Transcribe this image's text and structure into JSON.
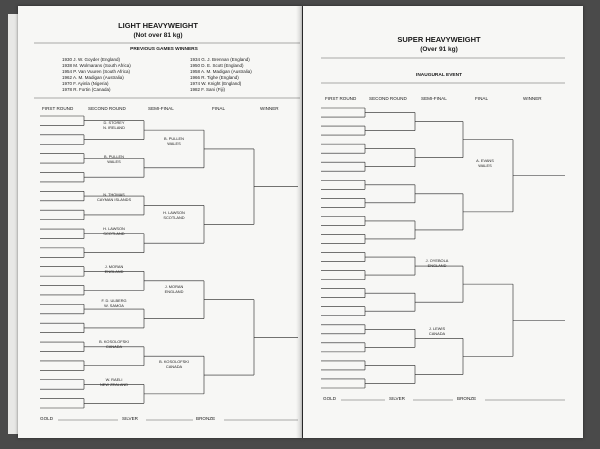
{
  "left_page": {
    "title": "LIGHT HEAVYWEIGHT",
    "subtitle": "(Not over 81 kg)",
    "previous_winners_heading": "PREVIOUS GAMES WINNERS",
    "winners_col1": [
      "1930   J. W. Goyder (England)",
      "1938   M. Wolmarans (South Africa)",
      "1954   P. Van Vuuren (South Africa)",
      "1962   A. M. Madigan (Australia)",
      "1970   F. Ayinla (Nigeria)",
      "1978   R. Fortin (Canada)"
    ],
    "winners_col2": [
      "1934   G. J. Brennan (England)",
      "1950   D. E. Scott (England)",
      "1958   A. M. Madigan (Australia)",
      "1966   R. Tighe (England)",
      "1974   W. Knight (England)",
      "1982   F. Sani (Fiji)"
    ],
    "round_headers": [
      "FIRST ROUND",
      "SECOND ROUND",
      "SEMI-FINAL",
      "FINAL",
      "WINNER"
    ],
    "second_round": [
      [
        "D. STOREY",
        "N. IRELAND"
      ],
      [
        "B. PULLEN",
        "WALES"
      ],
      [
        "N. THOMAS",
        "CAYMAN ISLANDS"
      ],
      [
        "H. LAWSON",
        "SCOTLAND"
      ],
      [
        "J. MORAN",
        "ENGLAND"
      ],
      [
        "F. D. ULBERG",
        "W. SAMOA"
      ],
      [
        "B. KOSOLOFSKI",
        "CANADA"
      ],
      [
        "W. RAELI",
        "NEW ZEALAND"
      ]
    ],
    "semi_final": [
      [
        "B. PULLEN",
        "WALES"
      ],
      [
        "H. LAWSON",
        "SCOTLAND"
      ],
      [
        "J. MORAN",
        "ENGLAND"
      ],
      [
        "B. KOSOLOFSKI",
        "CANADA"
      ]
    ],
    "medals": {
      "gold": "GOLD",
      "silver": "SILVER",
      "bronze": "BRONZE"
    }
  },
  "right_page": {
    "title": "SUPER HEAVYWEIGHT",
    "subtitle": "(Over 91 kg)",
    "event_heading": "INAUGURAL EVENT",
    "round_headers": [
      "FIRST ROUND",
      "SECOND ROUND",
      "SEMI-FINAL",
      "FINAL",
      "WINNER"
    ],
    "semi_final": [
      [
        "J. OYEBOLA",
        "ENGLAND"
      ],
      [
        "J. LEWIS",
        "CANADA"
      ]
    ],
    "final": [
      [
        "A. EVANS",
        "WALES"
      ]
    ],
    "medals": {
      "gold": "GOLD",
      "silver": "SILVER",
      "bronze": "BRONZE"
    }
  }
}
